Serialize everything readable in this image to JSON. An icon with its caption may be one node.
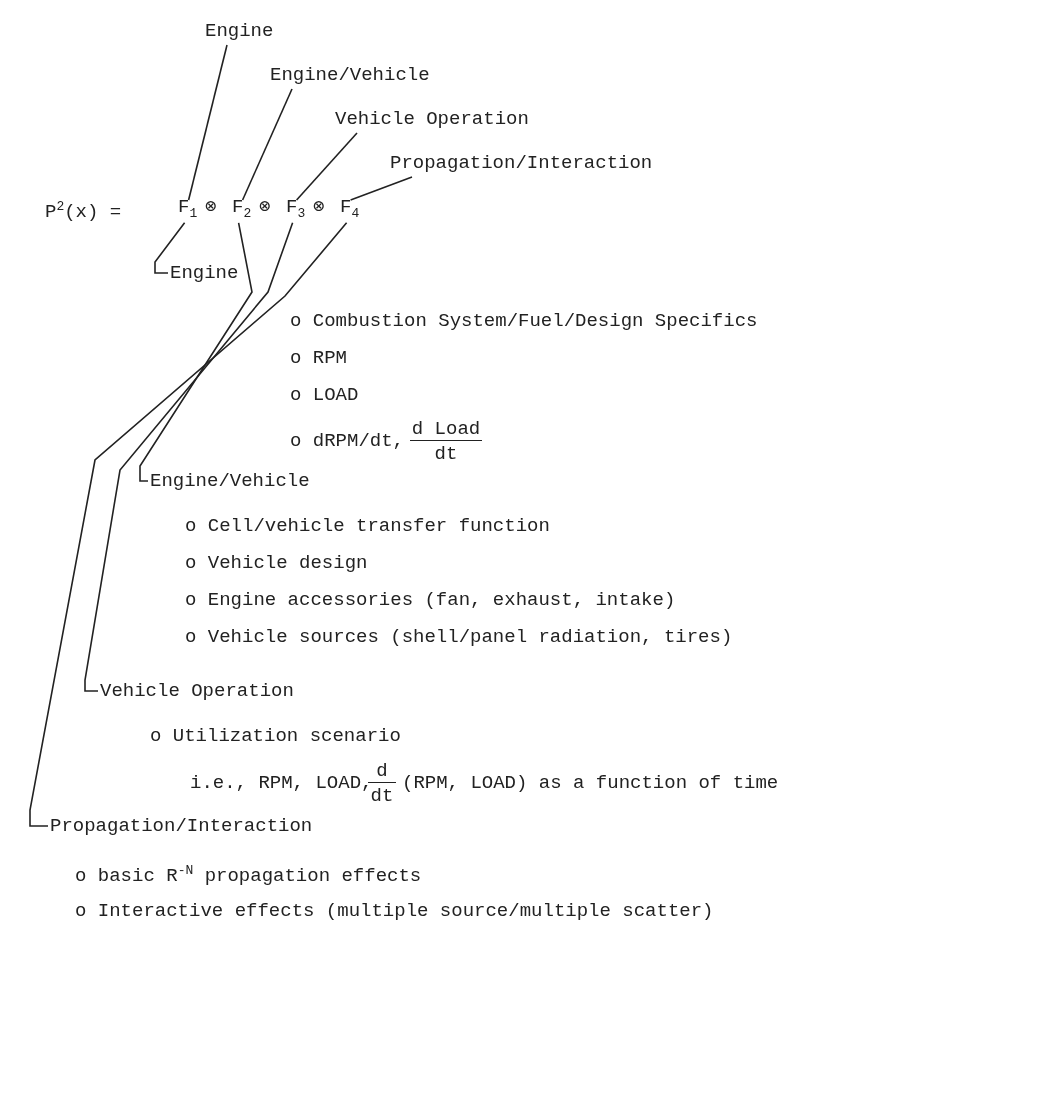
{
  "diagram": {
    "nodes": [
      {
        "text": [
          "Engine"
        ]
      },
      {
        "text": [
          "Engine/Vehicle"
        ]
      },
      {
        "text": [
          "Vehicle Operation"
        ]
      },
      {
        "text": [
          "Propagation/Interaction"
        ]
      },
      {
        "text": [
          "F$_{1}$"
        ]
      },
      {
        "text": [
          "F$_{2}$"
        ]
      },
      {
        "text": [
          "F$_{3}$"
        ]
      },
      {
        "text": [
          "F$_{4}$"
        ]
      },
      {
        "text": [
          "Engine"
        ]
      },
      {
        "text": [
          "Engine/Vehicle"
        ]
      },
      {
        "text": [
          "Vehicle Operation"
        ]
      },
      {
        "text": [
          "Propagation/Interaction"
        ]
      }
    ],
    "edges": [
      {
        "from": 4,
        "to": 0,
        "arrow": "none"
      },
      {
        "from": 5,
        "to": 1,
        "arrow": "none"
      },
      {
        "from": 6,
        "to": 2,
        "arrow": "none"
      },
      {
        "from": 7,
        "to": 3,
        "arrow": "none"
      },
      {
        "from": 4,
        "to": 8,
        "arrow": "none"
      },
      {
        "from": 5,
        "to": 9,
        "arrow": "none"
      },
      {
        "from": 6,
        "to": 10,
        "arrow": "none"
      },
      {
        "from": 7,
        "to": 11,
        "arrow": "none"
      }
    ],
    "labels": [
      "P$^{2}$(x) =",
      "⊗",
      "⊗",
      "⊗",
      "o Combustion System/Fuel/Design Specifics",
      "o RPM",
      "o LOAD",
      "o dRPM/dt,",
      "d Load",
      "dt",
      "o Cell/vehicle transfer function",
      "o Vehicle design",
      "o Engine accessories (fan, exhaust, intake)",
      "o Vehicle sources (shell/panel radiation, tires)",
      "o Utilization scenario",
      "i.e., RPM, LOAD,",
      "d",
      "dt",
      "(RPM, LOAD) as a function of time",
      "o basic R$^{-N}$ propagation effects",
      "o Interactive effects (multiple source/multiple scatter)"
    ]
  }
}
